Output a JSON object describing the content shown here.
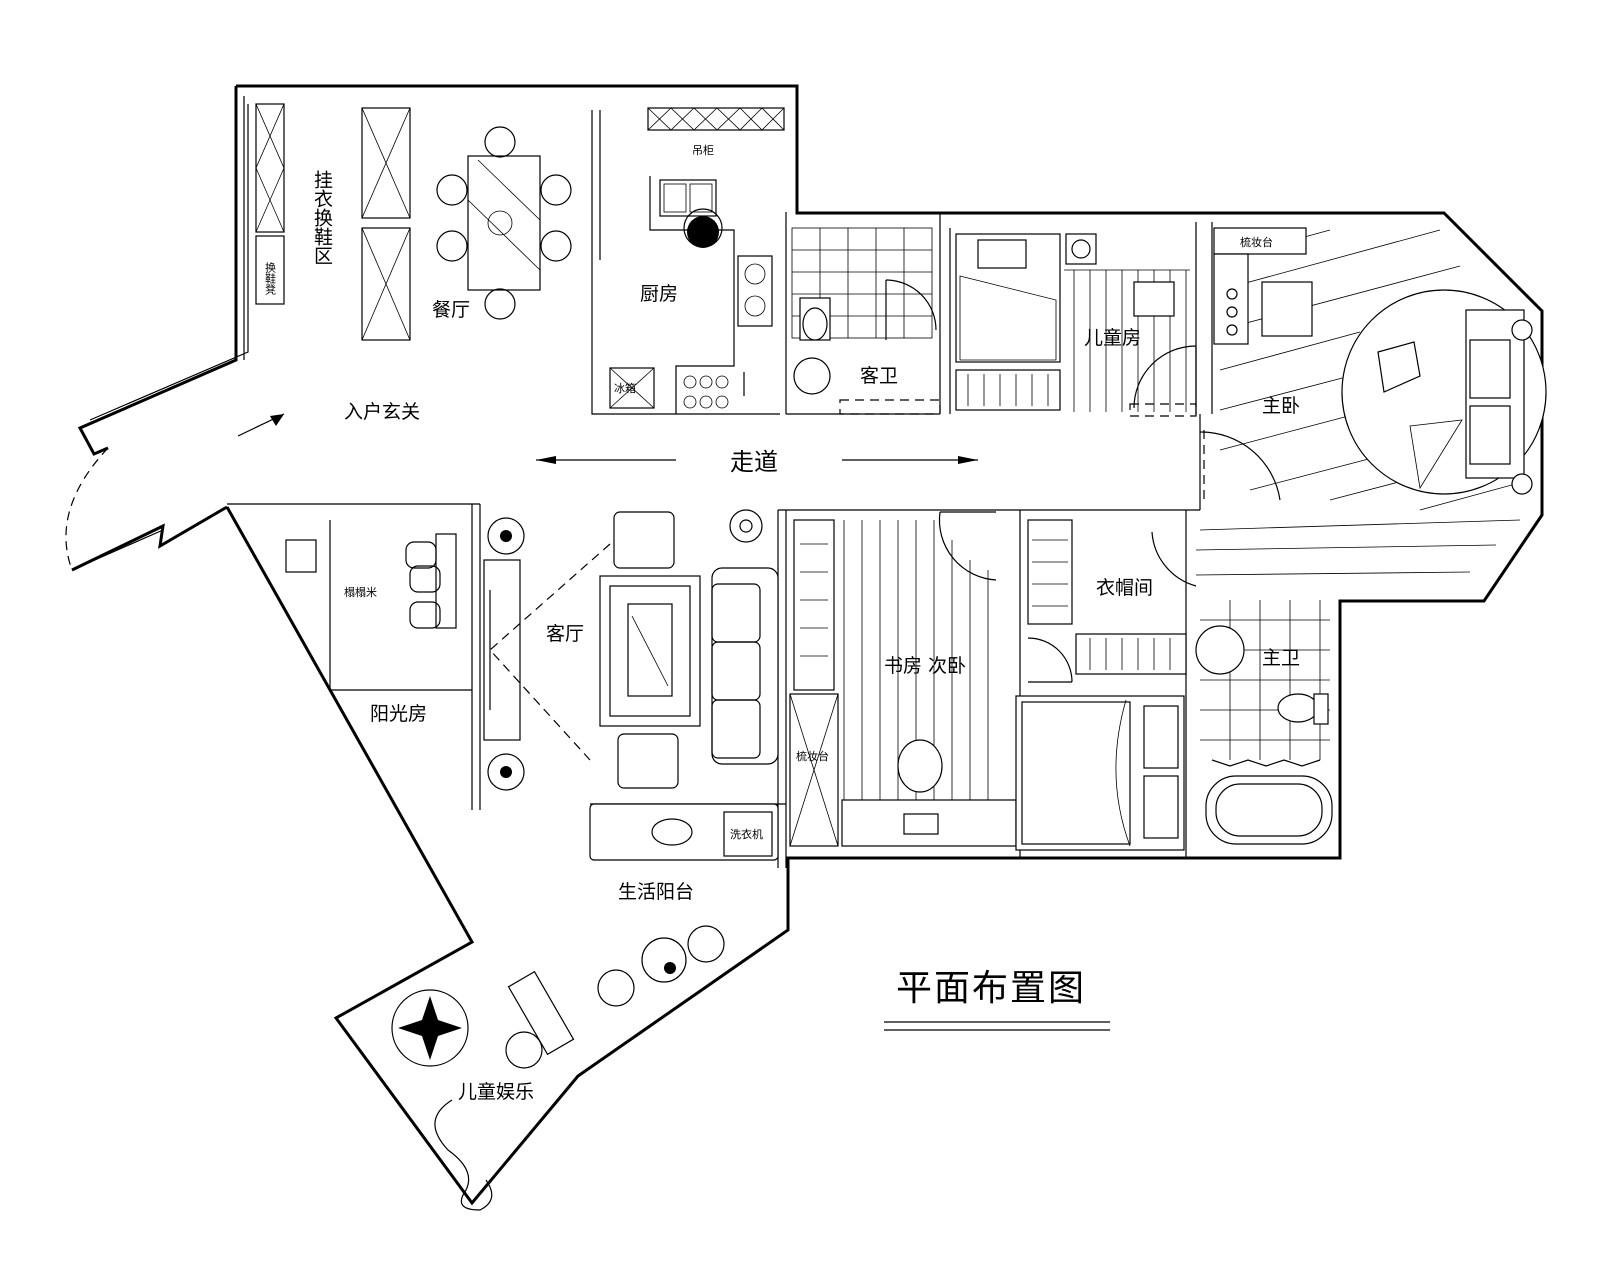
{
  "title": "平面布置图",
  "rooms": {
    "cloakroom_area": "挂衣换鞋区",
    "shoe_bench": "换鞋凳",
    "dining": "餐厅",
    "kitchen": "厨房",
    "guest_bath": "客卫",
    "kids_room": "儿童房",
    "master_bedroom": "主卧",
    "entrance": "入户玄关",
    "corridor": "走道",
    "tatami": "榻榻米",
    "sunroom": "阳光房",
    "living_room": "客厅",
    "study_second_bedroom": "书房 次卧",
    "walk_in_closet": "衣帽间",
    "master_bath": "主卫",
    "utility_balcony": "生活阳台",
    "kids_play": "儿童娱乐"
  },
  "fixtures": {
    "vanity_master": "梳妆台",
    "vanity_study": "梳妆台",
    "washer": "洗衣机",
    "fridge": "冰箱",
    "kitchen_cabinet_label": "吊柜"
  },
  "icons": [
    "compass-icon",
    "plant-icon",
    "dining-table-icon",
    "sofa-icon",
    "bed-icon",
    "toilet-icon",
    "bathtub-icon",
    "stove-icon",
    "sink-icon",
    "washing-machine-icon",
    "door-swing-icon"
  ]
}
